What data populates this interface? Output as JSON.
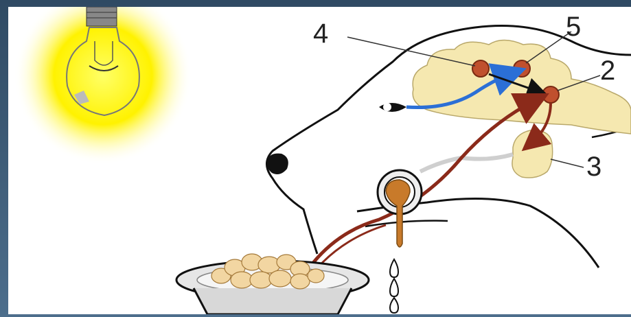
{
  "diagram": {
    "labels": {
      "n1": "4",
      "n2": "5",
      "n3": "2",
      "n4": "3"
    },
    "colors": {
      "background_frame": "#3b5670",
      "canvas": "#ffffff",
      "bulb_glow": "#fff200",
      "brain": "#f5e8b0",
      "nerve_center": "#c0502e",
      "nerve_red": "#8b2a1a",
      "nerve_blue": "#2b6fd6",
      "saliva": "#c87a2a",
      "outline": "#111111"
    },
    "icons": [
      "light-bulb-icon",
      "eye-icon",
      "nose-icon",
      "food-bowl-icon",
      "saliva-drop-icon"
    ]
  }
}
